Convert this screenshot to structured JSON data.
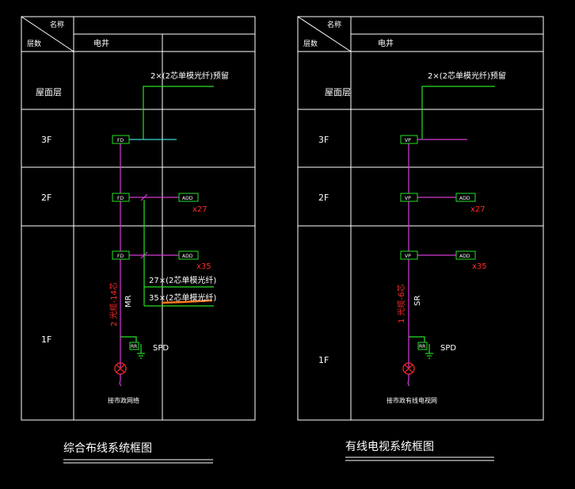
{
  "colors": {
    "background": "#000000",
    "frame": "#ffffff",
    "trunk": "#d43bd4",
    "cable": "#27e027",
    "feeder": "#3fd6d6",
    "annotation": "#ff2a2a"
  },
  "left": {
    "header_name": "名称",
    "header_floor": "层数",
    "column_label": "电井",
    "floors": [
      "屋面层",
      "3F",
      "2F",
      "1F"
    ],
    "top_note": "2×(2芯单模光纤)预留",
    "nodes": {
      "fd3": "FD",
      "fd2": "FD",
      "fd1": "FD",
      "add2": "ADD",
      "add1": "ADD"
    },
    "mult_2f": "x27",
    "mult_1f": "x35",
    "bundle_1": "27×(2芯单模光纤)",
    "bundle_2": "35×(2芯单模光纤)",
    "riser_label": "MR",
    "riser_annotation": "2 光缆-14芯",
    "spd_box": "RR",
    "spd_label": "SPD",
    "bottom_label": "接市政网络",
    "caption": "综合布线系统框图"
  },
  "right": {
    "header_name": "名称",
    "header_floor": "层数",
    "column_label": "电井",
    "floors": [
      "屋面层",
      "3F",
      "2F",
      "1F"
    ],
    "top_note": "2×(2芯单模光纤)预留",
    "nodes": {
      "vp3": "VP",
      "vp2": "VP",
      "vp1": "VP",
      "add2": "ADD",
      "add1": "ADD"
    },
    "mult_2f": "x27",
    "mult_1f": "x35",
    "riser_label": "SR",
    "riser_annotation": "1 光缆-6芯",
    "spd_box": "RR",
    "spd_label": "SPD",
    "bottom_label": "接市政有线电视网",
    "caption": "有线电视系统框图"
  }
}
